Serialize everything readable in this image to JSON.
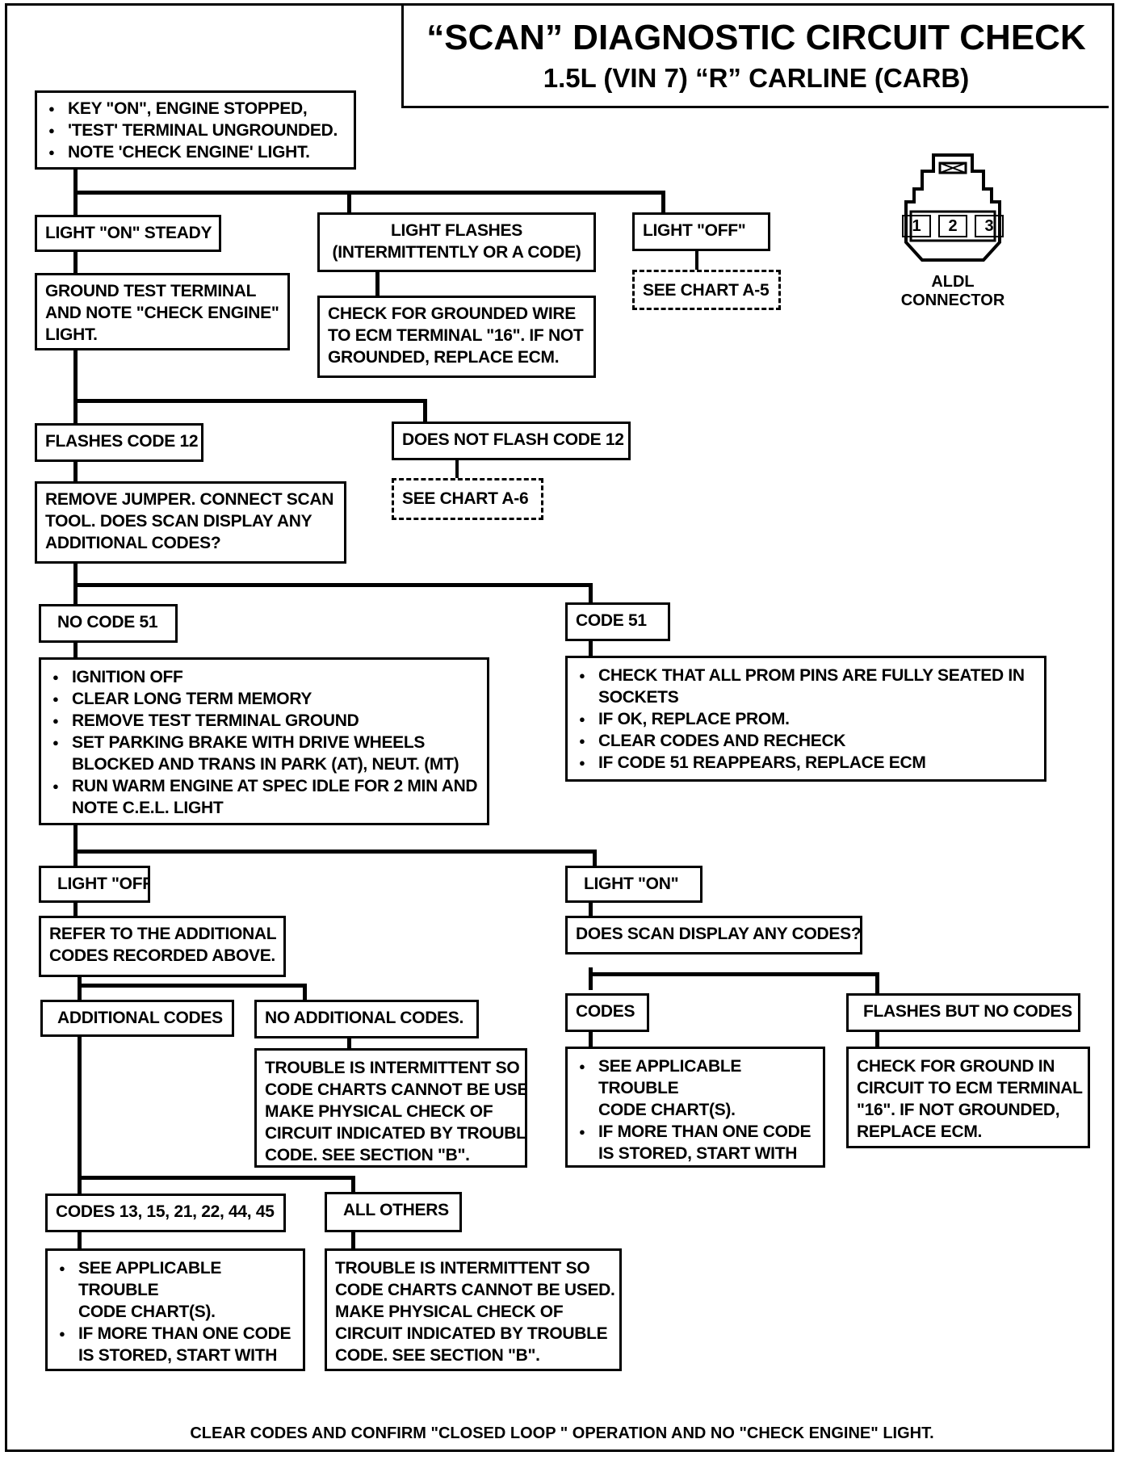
{
  "title": {
    "line1": "“SCAN” DIAGNOSTIC CIRCUIT CHECK",
    "line2": "1.5L (VIN 7) “R” CARLINE (CARB)"
  },
  "connector": {
    "label_line1": "ALDL",
    "label_line2": "CONNECTOR",
    "pins": [
      "1",
      "2",
      "3"
    ]
  },
  "boxes": {
    "start": [
      "KEY \"ON\", ENGINE STOPPED,",
      "'TEST' TERMINAL UNGROUNDED.",
      "NOTE 'CHECK ENGINE' LIGHT."
    ],
    "light_on_steady": "LIGHT \"ON\" STEADY",
    "light_flashes": [
      "LIGHT FLASHES",
      "(INTERMITTENTLY OR A CODE)"
    ],
    "light_off_top": "LIGHT \"OFF\"",
    "see_chart_a5": "SEE CHART A-5",
    "ground_test": [
      "GROUND TEST TERMINAL",
      "AND NOTE \"CHECK ENGINE\"",
      "LIGHT."
    ],
    "check_grounded": [
      "CHECK FOR GROUNDED WIRE",
      "TO ECM TERMINAL \"16\". IF NOT",
      "GROUNDED, REPLACE ECM."
    ],
    "flashes_code_12": "FLASHES CODE 12",
    "does_not_flash": "DOES NOT FLASH CODE 12",
    "see_chart_a6": "SEE CHART A-6",
    "remove_jumper": [
      "REMOVE JUMPER. CONNECT SCAN",
      "TOOL. DOES SCAN DISPLAY ANY",
      "ADDITIONAL CODES?"
    ],
    "no_code_51": "NO CODE 51",
    "code_51": "CODE 51",
    "no_code_51_steps": [
      "IGNITION OFF",
      "CLEAR LONG TERM MEMORY",
      "REMOVE TEST TERMINAL GROUND",
      "SET PARKING BRAKE WITH DRIVE WHEELS\nBLOCKED AND TRANS IN PARK (AT), NEUT. (MT)",
      "RUN WARM ENGINE AT SPEC IDLE FOR 2 MIN AND\nNOTE C.E.L. LIGHT"
    ],
    "code_51_steps": [
      "CHECK THAT ALL PROM PINS ARE FULLY SEATED IN\nSOCKETS",
      "IF OK, REPLACE PROM.",
      "CLEAR CODES AND RECHECK",
      "IF CODE 51 REAPPEARS, REPLACE ECM"
    ],
    "light_off_mid": "LIGHT \"OFF\"",
    "light_on_mid": "LIGHT \"ON\"",
    "refer_additional": [
      "REFER TO THE ADDITIONAL",
      "CODES RECORDED ABOVE."
    ],
    "does_scan_display": "DOES SCAN DISPLAY ANY CODES?",
    "additional_codes": "ADDITIONAL CODES",
    "no_additional_codes": "NO ADDITIONAL CODES.",
    "trouble_intermittent_1": [
      "TROUBLE IS INTERMITTENT SO",
      "CODE CHARTS CANNOT BE USED.",
      "MAKE PHYSICAL CHECK OF",
      "CIRCUIT INDICATED BY TROUBLE",
      "CODE. SEE SECTION \"B\"."
    ],
    "codes": "CODES",
    "flashes_but_no_codes": "FLASHES BUT NO CODES",
    "codes_steps": [
      "SEE APPLICABLE TROUBLE\nCODE CHART(S).",
      "IF MORE THAN ONE CODE\nIS STORED, START WITH\nLOWEST CODE."
    ],
    "check_ground_circuit": [
      "CHECK FOR GROUND IN",
      "CIRCUIT TO ECM TERMINAL",
      "\"16\". IF NOT GROUNDED,",
      "REPLACE ECM."
    ],
    "codes_list": "CODES 13, 15, 21, 22, 44, 45",
    "all_others": "ALL OTHERS",
    "codes_list_steps": [
      "SEE APPLICABLE TROUBLE\nCODE CHART(S).",
      "IF MORE THAN ONE CODE\nIS STORED, START WITH\nLOWEST CODE."
    ],
    "trouble_intermittent_2": [
      "TROUBLE IS INTERMITTENT SO",
      "CODE CHARTS CANNOT BE USED.",
      "MAKE PHYSICAL CHECK OF",
      "CIRCUIT INDICATED BY TROUBLE",
      "CODE. SEE SECTION \"B\"."
    ]
  },
  "footer": "CLEAR CODES AND CONFIRM \"CLOSED LOOP \" OPERATION AND NO \"CHECK ENGINE\" LIGHT."
}
